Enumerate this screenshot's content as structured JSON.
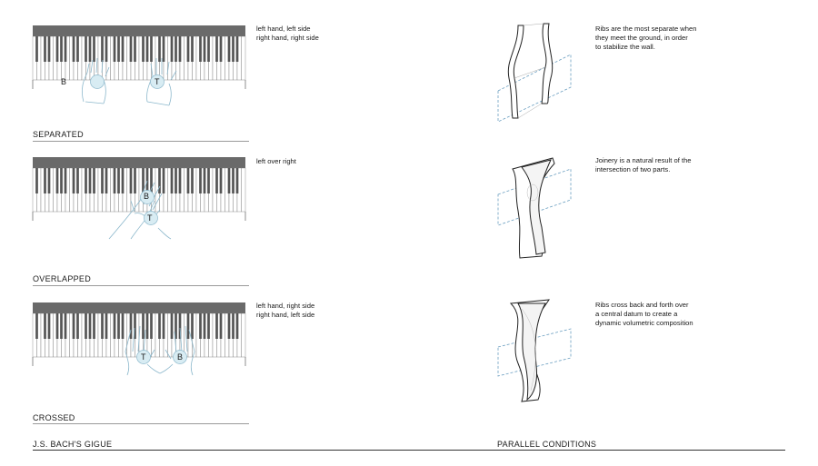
{
  "left_panel": {
    "title": "J.S. BACH'S GIGUE",
    "rows": [
      {
        "label": "SEPARATED",
        "note": "left hand, left side\nright hand, right side",
        "hands": [
          "B",
          "T"
        ]
      },
      {
        "label": "OVERLAPPED",
        "note": "left over right",
        "hands": [
          "B",
          "T"
        ]
      },
      {
        "label": "CROSSED",
        "note": "left hand, right side\nright hand, left side",
        "hands": [
          "T",
          "B"
        ]
      }
    ]
  },
  "right_panel": {
    "title": "PARALLEL CONDITIONS",
    "rows": [
      {
        "note": "Ribs are the most separate when\nthey meet the ground, in order\nto stabilize the wall."
      },
      {
        "note": "Joinery is a natural result of the\nintersection of two parts."
      },
      {
        "note": "Ribs cross back and forth over\na central datum to create a\ndynamic volumetric composition"
      }
    ]
  },
  "colors": {
    "hand_stroke": "#8cb8cc",
    "hand_circle": "#d8ecf3",
    "datum": "#6a9ec0",
    "keys": "#555555"
  }
}
